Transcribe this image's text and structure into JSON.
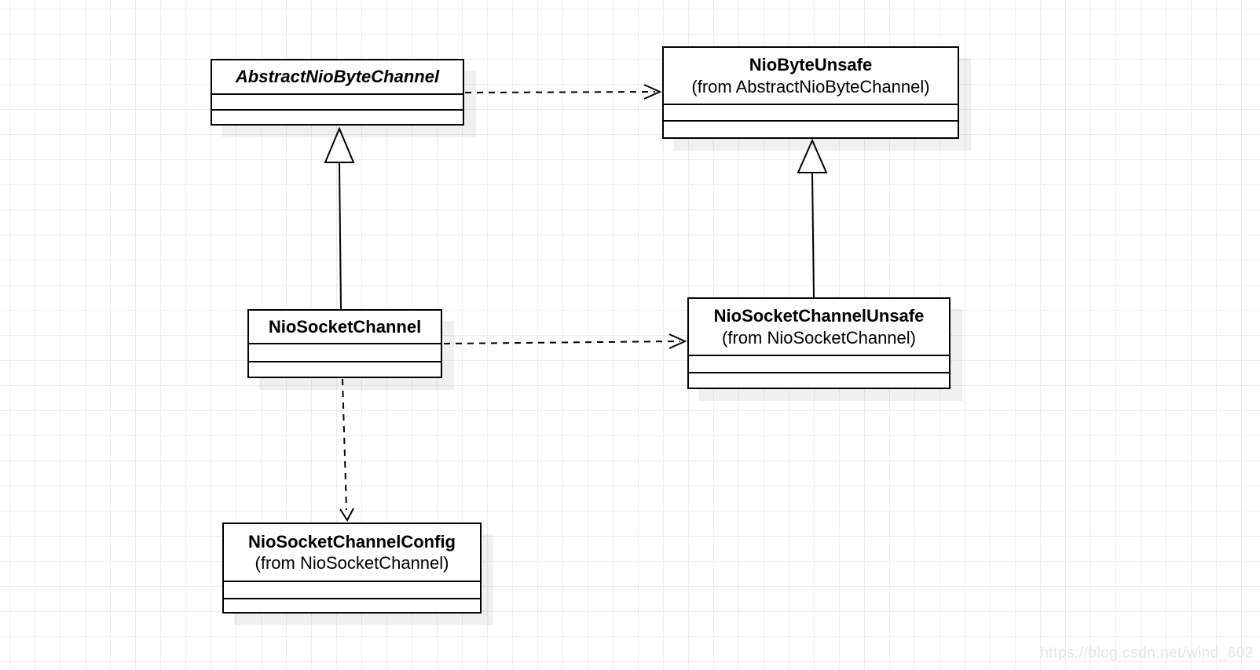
{
  "diagram": {
    "type": "uml-class-diagram",
    "watermark": "https://blog.csdn.net/wind_602",
    "colors": {
      "stroke": "#000000",
      "fill": "#ffffff",
      "grid": "#ececec",
      "shadow": "rgba(0,0,0,0.06)",
      "watermark_text": "#e3e3e9"
    },
    "classes": {
      "abstract_nio_byte_channel": {
        "title": "AbstractNioByteChannel",
        "stereotype": "abstract"
      },
      "nio_byte_unsafe": {
        "title": "NioByteUnsafe",
        "subtitle": "(from AbstractNioByteChannel)"
      },
      "nio_socket_channel": {
        "title": "NioSocketChannel"
      },
      "nio_socket_channel_unsafe": {
        "title": "NioSocketChannelUnsafe",
        "subtitle": "(from NioSocketChannel)"
      },
      "nio_socket_channel_config": {
        "title": "NioSocketChannelConfig",
        "subtitle": "(from NioSocketChannel)"
      }
    },
    "relationships": [
      {
        "type": "dependency",
        "from": "AbstractNioByteChannel",
        "to": "NioByteUnsafe",
        "line": "dashed",
        "arrowhead": "open"
      },
      {
        "type": "generalization",
        "from": "NioSocketChannel",
        "to": "AbstractNioByteChannel",
        "line": "solid",
        "arrowhead": "hollow-triangle"
      },
      {
        "type": "generalization",
        "from": "NioSocketChannelUnsafe",
        "to": "NioByteUnsafe",
        "line": "solid",
        "arrowhead": "hollow-triangle"
      },
      {
        "type": "dependency",
        "from": "NioSocketChannel",
        "to": "NioSocketChannelUnsafe",
        "line": "dashed",
        "arrowhead": "open"
      },
      {
        "type": "dependency",
        "from": "NioSocketChannel",
        "to": "NioSocketChannelConfig",
        "line": "dashed",
        "arrowhead": "open"
      }
    ]
  }
}
